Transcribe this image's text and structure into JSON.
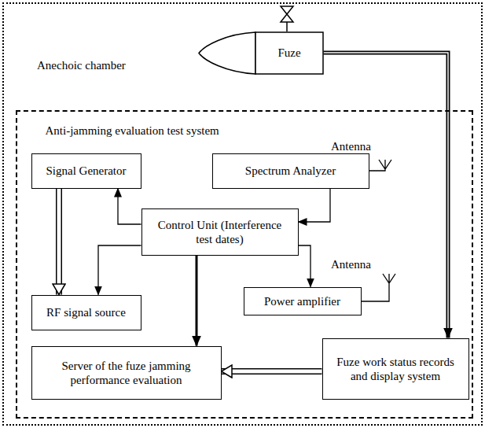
{
  "diagram": {
    "nodes": [
      {
        "text": [
          "Anechoic chamber"
        ]
      },
      {
        "text": [
          "Fuze"
        ],
        "in": 0
      },
      {
        "text": [
          "Anti-jamming evaluation test system"
        ],
        "in": 0
      },
      {
        "text": [
          "Signal Generator"
        ],
        "in": 2
      },
      {
        "text": [
          "Spectrum Analyzer"
        ],
        "in": 2
      },
      {
        "text": [
          "Control Unit (Interference test dates)"
        ],
        "in": 2
      },
      {
        "text": [
          "Power amplifier"
        ],
        "in": 2
      },
      {
        "text": [
          "RF signal source"
        ],
        "in": 2
      },
      {
        "text": [
          "Server of the fuze jamming performance evaluation"
        ],
        "in": 2
      },
      {
        "text": [
          "Fuze work status records and display system"
        ],
        "in": 2
      }
    ],
    "edges": [
      {
        "from": 5,
        "to": 3,
        "arrow": "to"
      },
      {
        "from": 3,
        "to": 7,
        "arrow": "to"
      },
      {
        "from": 5,
        "to": 7,
        "arrow": "to"
      },
      {
        "from": 4,
        "to": 5,
        "arrow": "to"
      },
      {
        "from": 5,
        "to": 6,
        "arrow": "to"
      },
      {
        "from": 5,
        "to": 8,
        "arrow": "to"
      },
      {
        "from": 1,
        "to": 9,
        "arrow": "to"
      },
      {
        "from": 9,
        "to": 8,
        "arrow": "to"
      }
    ],
    "labels": [
      "Antenna",
      "Antenna"
    ]
  }
}
